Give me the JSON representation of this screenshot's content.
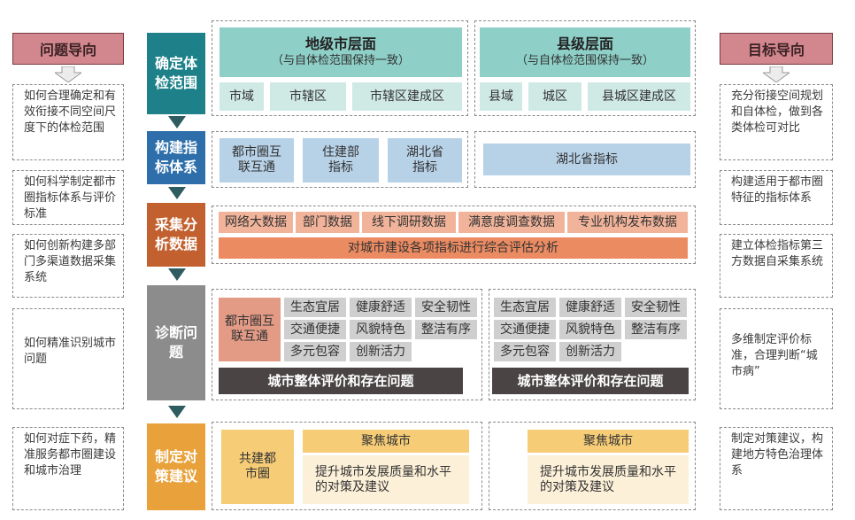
{
  "left": {
    "header": "问题导向",
    "items": [
      "如何合理确定和有效衔接不同空间尺度下的体检范围",
      "如何科学制定都市圈指标体系与评价标准",
      "如何创新构建多部门多渠道数据采集系统",
      "如何精准识别城市问题",
      "如何对症下药，精准服务都市圈建设和城市治理"
    ]
  },
  "right": {
    "header": "目标导向",
    "items": [
      "充分衔接空间规划和自体检，做到各类体检可对比",
      "构建适用于都市圈特征的指标体系",
      "建立体检指标第三方数据自采集系统",
      "多维制定评价标准，合理判断“城市病”",
      "制定对策建议，构建地方特色治理体系"
    ]
  },
  "stages": [
    "确定体检范围",
    "构建指标体系",
    "采集分析数据",
    "诊断问题",
    "制定对策建议"
  ],
  "scope": {
    "city": {
      "title": "地级市层面",
      "subtitle": "（与自体检范围保持一致）",
      "cells": [
        "市域",
        "市辖区",
        "市辖区建成区"
      ]
    },
    "county": {
      "title": "县级层面",
      "subtitle": "（与自体检范围保持一致）",
      "cells": [
        "县域",
        "城区",
        "县城区建成区"
      ]
    }
  },
  "indicators": {
    "city": [
      "都市圈互联互通",
      "住建部指标",
      "湖北省指标"
    ],
    "county": "湖北省指标"
  },
  "data_collection": {
    "sources": [
      "网络大数据",
      "部门数据",
      "线下调研数据",
      "满意度调查数据",
      "专业机构发布数据"
    ],
    "analysis": "对城市建设各项指标进行综合评估分析"
  },
  "diagnosis": {
    "city_special": "都市圈互联互通",
    "dimensions": [
      "生态宜居",
      "健康舒适",
      "安全韧性",
      "交通便捷",
      "风貌特色",
      "整洁有序",
      "多元包容",
      "创新活力"
    ],
    "result": "城市整体评价和存在问题"
  },
  "countermeasure": {
    "city_special": "共建都市圈",
    "focus": "聚焦城市",
    "desc": "提升城市发展质量和水平的对策及建议"
  },
  "colors": {
    "teal": "#1e8189",
    "blue": "#2e6fab",
    "orange": "#c2612f",
    "gray": "#8c8c8c",
    "yellow": "#e9a23b",
    "rose": "#d2868d"
  }
}
